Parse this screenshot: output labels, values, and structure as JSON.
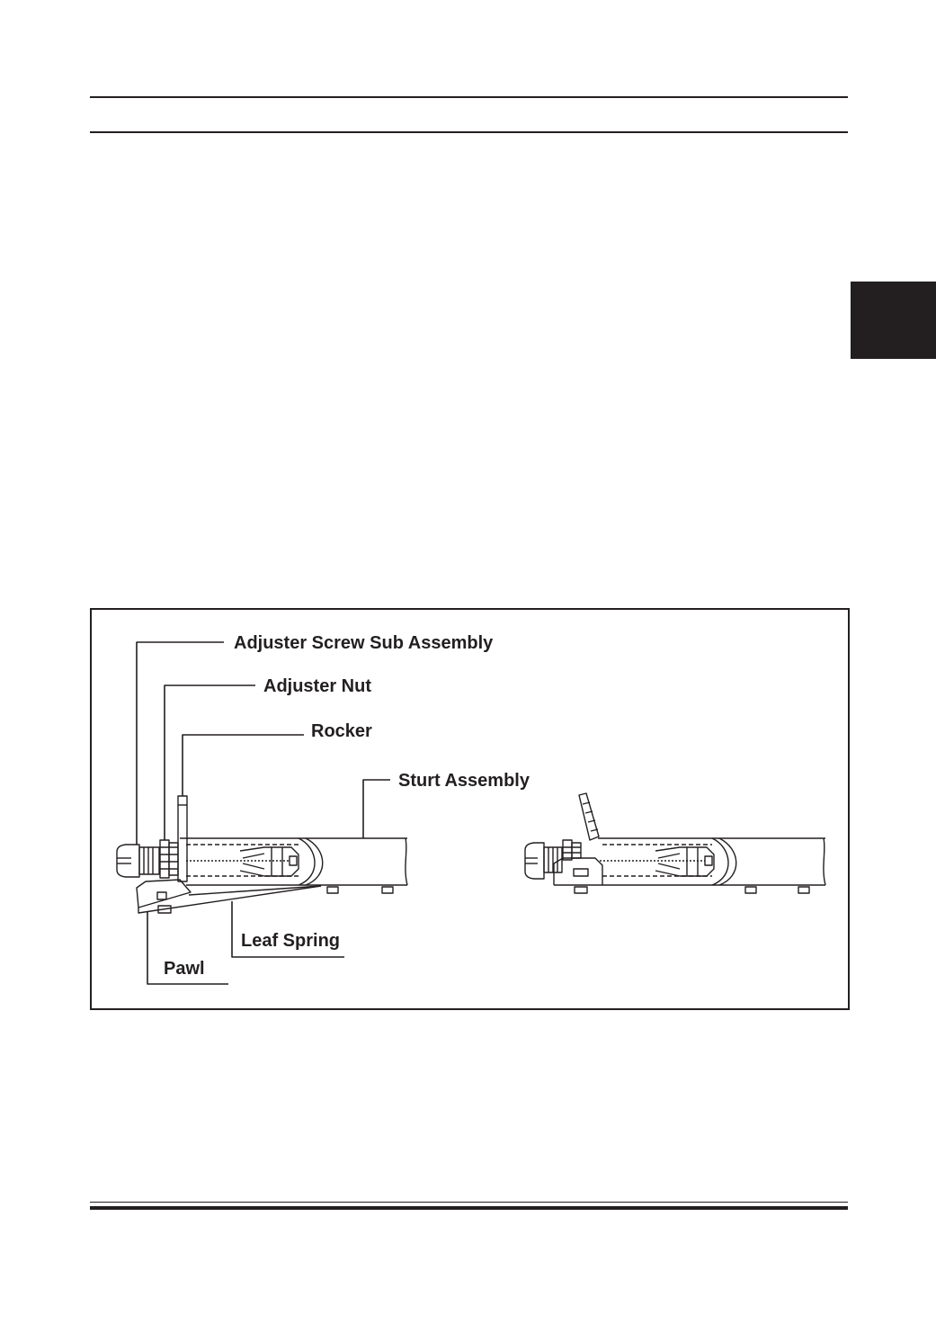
{
  "figure": {
    "labels": {
      "adjuster_screw_sub_assembly": "Adjuster Screw Sub Assembly",
      "adjuster_nut": "Adjuster Nut",
      "rocker": "Rocker",
      "sturt_assembly": "Sturt Assembly",
      "leaf_spring": "Leaf Spring",
      "pawl": "Pawl"
    }
  }
}
